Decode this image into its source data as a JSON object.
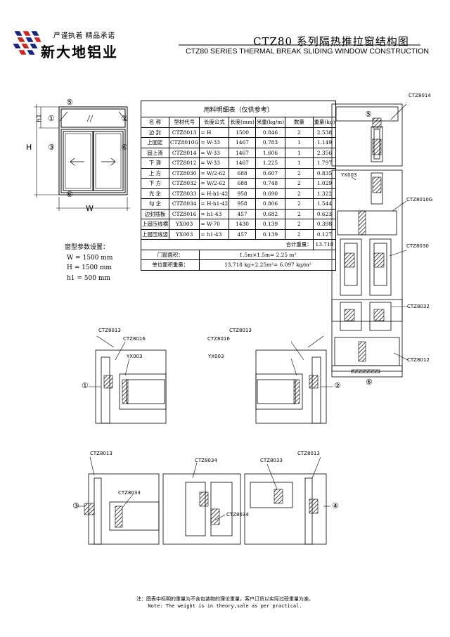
{
  "logo": {
    "slogan": "严谨执着  精品承诺",
    "company": "新大地铝业"
  },
  "title": {
    "cn": "CTZ80 系列隔热推拉窗结构图",
    "en": "CTZ80  SERIES THERMAL BREAK SLIDING WINDOW CONSTRUCTION"
  },
  "elevation": {
    "h1": "h1",
    "h": "H",
    "w": "W",
    "circles": [
      "①",
      "②",
      "③",
      "④",
      "⑤",
      "⑥"
    ]
  },
  "window_params": {
    "heading": "窗型参数设置：",
    "w": "W  =  1500  mm",
    "h": "H  =  1500  mm",
    "h1": "h1 =  500   mm"
  },
  "bom": {
    "caption": "用料明细表（仅供参考）",
    "headers": [
      "名 称",
      "型材代号",
      "长度公式",
      "长度(mm)",
      "米重(kg/m)",
      "数量",
      "重量(kg)"
    ],
    "rows": [
      [
        "边 封",
        "CTZ8013",
        "= H",
        "1500",
        "0.846",
        "2",
        "2.538"
      ],
      [
        "上固定",
        "CTZ8010G",
        "= W-33",
        "1467",
        "0.783",
        "1",
        "1.149"
      ],
      [
        "固上滑",
        "CTZ8014",
        "= W-33",
        "1467",
        "1.606",
        "1",
        "2.356"
      ],
      [
        "下 滑",
        "CTZ8012",
        "= W-33",
        "1467",
        "1.225",
        "1",
        "1.797"
      ],
      [
        "上 方",
        "CTZ8030",
        "= W/2-62",
        "688",
        "0.607",
        "2",
        "0.835"
      ],
      [
        "下 方",
        "CTZ8032",
        "= W/2-62",
        "688",
        "0.748",
        "2",
        "1.029"
      ],
      [
        "光 企",
        "CTZ8033",
        "= H-h1-42",
        "958",
        "0.690",
        "2",
        "1.322"
      ],
      [
        "勾 企",
        "CTZ8034",
        "= H-h1-42",
        "958",
        "0.806",
        "2",
        "1.544"
      ],
      [
        "边封插板",
        "CTZ8016",
        "= h1-43",
        "457",
        "0.682",
        "2",
        "0.623"
      ],
      [
        "上固压线横",
        "YX003",
        "= W-70",
        "1430",
        "0.139",
        "2",
        "0.398"
      ],
      [
        "上固压线竖",
        "YX003",
        "= h1-43",
        "457",
        "0.139",
        "2",
        "0.127"
      ]
    ],
    "total_label": "合计重量：",
    "total_value": "13.718",
    "area_label": "门窗面积：",
    "area_value": "1.5m×1.5m= 2.25 m²",
    "unit_label": "单位面积重量：",
    "unit_value": "13.718 kg÷2.25m²= 6.097 kg/m²"
  },
  "profile_codes": {
    "ctz8014": "CTZ8014",
    "ctz8010g": "CTZ8010G",
    "ctz8030": "CTZ8030",
    "ctz8032": "CTZ8032",
    "ctz8012": "CTZ8012",
    "ctz8013": "CTZ8013",
    "ctz8016": "CTZ8016",
    "yx003": "YX003",
    "ctz8033": "CTZ8033",
    "ctz8034": "CTZ8034"
  },
  "note": {
    "cn": "注：图表中标明的重量为不含包装物的理论重量，客户订货以实际过磅重量为准。",
    "en": "Note: The weight is in theory,sale as per practical."
  }
}
